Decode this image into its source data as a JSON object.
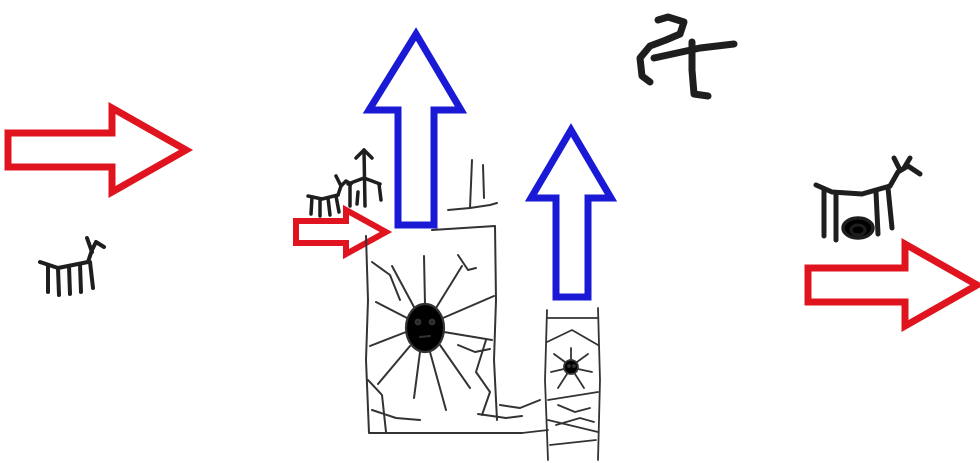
{
  "image": {
    "background": "#ffffff"
  },
  "colors": {
    "red_arrow": "#e0141e",
    "blue_arrow": "#1a1ad6",
    "ink": "#1e1e1e",
    "sketch": "#333333"
  },
  "arrows": [
    {
      "name": "red-arrow-left",
      "direction": "right",
      "color": "red"
    },
    {
      "name": "red-arrow-small",
      "direction": "right",
      "color": "red"
    },
    {
      "name": "red-arrow-right",
      "direction": "right",
      "color": "red"
    },
    {
      "name": "blue-arrow-tall",
      "direction": "up",
      "color": "blue"
    },
    {
      "name": "blue-arrow-short",
      "direction": "up",
      "color": "blue"
    }
  ],
  "figures": [
    "quadruped-left-icon",
    "quadruped-small-icon",
    "branch-figure-icon",
    "glyph-figure-icon",
    "goat-figure-icon"
  ],
  "sketches": [
    "large-panel-with-sun-face",
    "small-panel-with-sun-face"
  ]
}
